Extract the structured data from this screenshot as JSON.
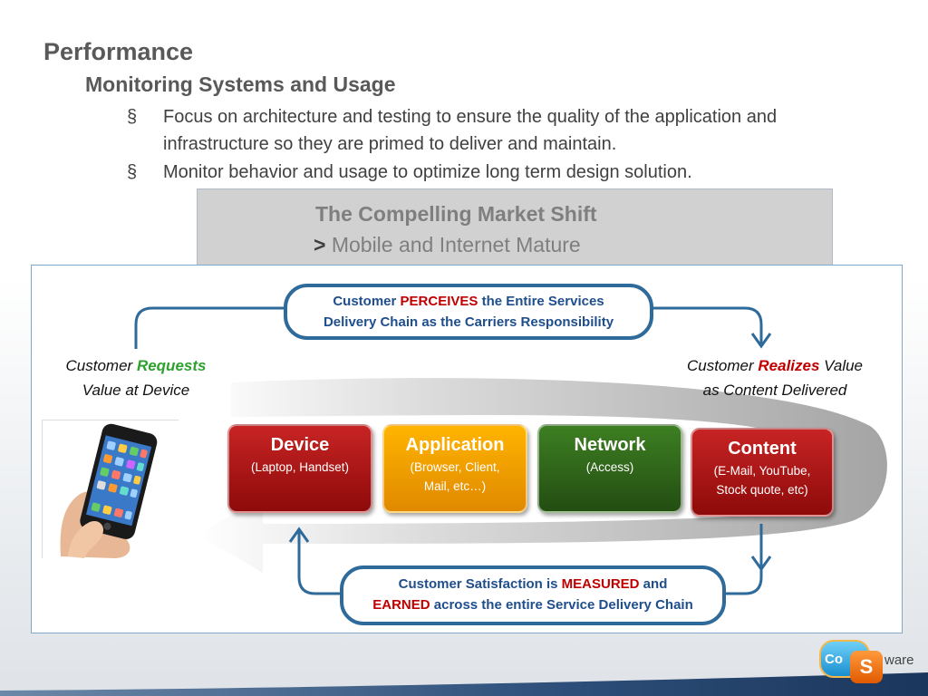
{
  "slide": {
    "title": "Performance",
    "subtitle": "Monitoring Systems and Usage",
    "bullets": [
      {
        "mark": "§",
        "text": "Focus on architecture and testing to ensure the quality of the application and infrastructure so they are primed to deliver and maintain."
      },
      {
        "mark": "§",
        "text": "Monitor behavior and usage to optimize long term design solution."
      }
    ]
  },
  "callout": {
    "line1": "The Compelling Market Shift",
    "line2_prefix": ">",
    "line2_text": " Mobile and Internet Mature"
  },
  "diagram": {
    "top_pill": {
      "a": "Customer ",
      "b": "PERCEIVES",
      "c": " the Entire Services",
      "d": "Delivery Chain as the Carriers Responsibility"
    },
    "bottom_pill": {
      "a": "Customer Satisfaction is ",
      "b": "MEASURED",
      "c": " and",
      "d": "EARNED",
      "e": " across the entire Service Delivery Chain"
    },
    "left_label": {
      "a": "Customer ",
      "b": "Requests",
      "c": "Value at Device"
    },
    "right_label": {
      "a": "Customer ",
      "b": "Realizes",
      "c": " Value",
      "d": "as Content Delivered"
    },
    "boxes": [
      {
        "name": "Device",
        "sub1": "(Laptop, Handset)",
        "sub2": ""
      },
      {
        "name": "Application",
        "sub1": "(Browser, Client,",
        "sub2": "Mail, etc…)"
      },
      {
        "name": "Network",
        "sub1": "(Access)",
        "sub2": ""
      },
      {
        "name": "Content",
        "sub1": "(E-Mail, YouTube,",
        "sub2": "Stock quote, etc)"
      }
    ]
  },
  "logo": {
    "co": "Co",
    "s": "S",
    "ware": "ware"
  },
  "colors": {
    "accent_blue": "#2e6a9a",
    "red": "#c00000",
    "green": "#2ea12e",
    "orange": "#f0a000"
  }
}
